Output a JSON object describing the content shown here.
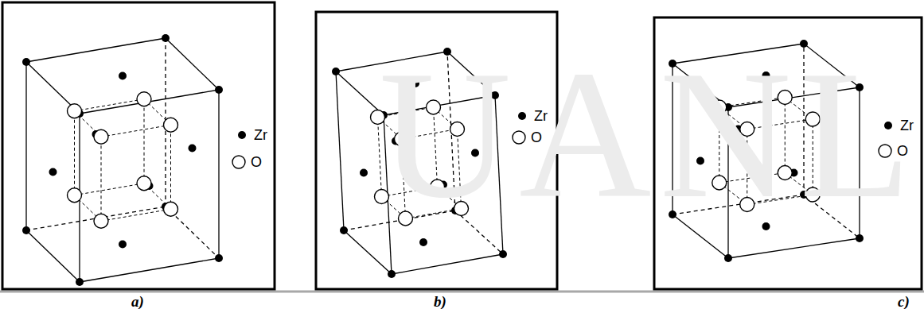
{
  "diagram": {
    "labels": [
      "a)",
      "b)",
      "c)",
      "UANL"
    ],
    "legend": [
      {
        "text": "Zr"
      },
      {
        "text": "O"
      },
      {
        "text": "Zr"
      },
      {
        "text": "O"
      },
      {
        "text": "Zr"
      },
      {
        "text": "O"
      }
    ]
  }
}
